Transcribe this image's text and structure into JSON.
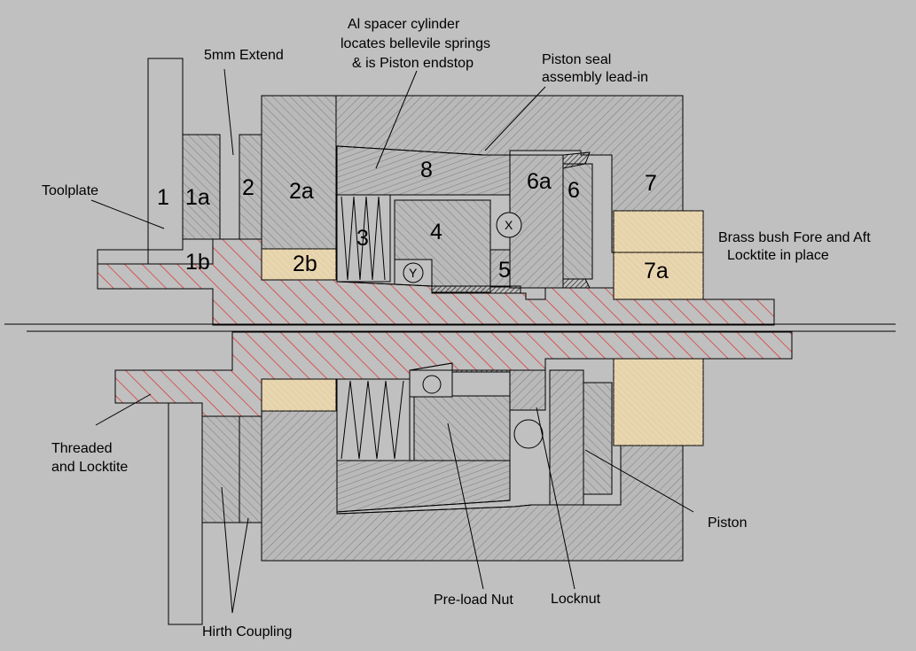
{
  "colors": {
    "background": "#c0c0c0",
    "steel": "#b9b9b9",
    "hatch": "#7a7a7a",
    "shaft_hatch": "#e02020",
    "brass": "#e8d6b0",
    "outline": "#000000",
    "seal": "#404040"
  },
  "labels": {
    "extend": "5mm Extend",
    "spacer_1": "Al spacer cylinder",
    "spacer_2": "locates bellevile springs",
    "spacer_3": "& is Piston endstop",
    "seal_1": "Piston seal",
    "seal_2": "assembly lead-in",
    "toolplate": "Toolplate",
    "brass_1": "Brass bush Fore and Aft",
    "brass_2": "Locktite in place",
    "threaded_1": "Threaded",
    "threaded_2": "and Locktite",
    "piston": "Piston",
    "preload": "Pre-load Nut",
    "locknut": "Locknut",
    "hirth": "Hirth Coupling"
  },
  "parts": {
    "p1": "1",
    "p1a": "1a",
    "p1b": "1b",
    "p2": "2",
    "p2a": "2a",
    "p2b": "2b",
    "p3": "3",
    "p4": "4",
    "p5": "5",
    "p6": "6",
    "p6a": "6a",
    "p7": "7",
    "p7a": "7a",
    "p8": "8"
  },
  "markers": {
    "x": "X",
    "y": "Y"
  }
}
